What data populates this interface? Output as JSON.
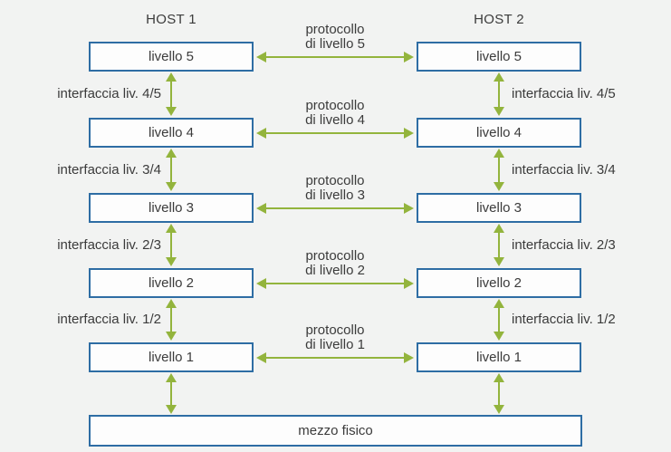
{
  "colors": {
    "background": "#f2f3f2",
    "box_border": "#2e6da4",
    "box_fill": "#fdfdfd",
    "arrow": "#93b43d",
    "text": "#3b3b3b"
  },
  "hosts": {
    "host1_title": "HOST 1",
    "host2_title": "HOST 2"
  },
  "layers": [
    {
      "level": 5,
      "host1_label": "livello 5",
      "host2_label": "livello 5",
      "protocol_line1": "protocollo",
      "protocol_line2": "di livello 5"
    },
    {
      "level": 4,
      "host1_label": "livello 4",
      "host2_label": "livello 4",
      "protocol_line1": "protocollo",
      "protocol_line2": "di livello 4"
    },
    {
      "level": 3,
      "host1_label": "livello 3",
      "host2_label": "livello 3",
      "protocol_line1": "protocollo",
      "protocol_line2": "di livello 3"
    },
    {
      "level": 2,
      "host1_label": "livello 2",
      "host2_label": "livello 2",
      "protocol_line1": "protocollo",
      "protocol_line2": "di livello 2"
    },
    {
      "level": 1,
      "host1_label": "livello 1",
      "host2_label": "livello 1",
      "protocol_line1": "protocollo",
      "protocol_line2": "di livello 1"
    }
  ],
  "interfaces": [
    {
      "host1_label": "interfaccia liv. 4/5",
      "host2_label": "interfaccia liv. 4/5"
    },
    {
      "host1_label": "interfaccia liv. 3/4",
      "host2_label": "interfaccia liv. 3/4"
    },
    {
      "host1_label": "interfaccia liv. 2/3",
      "host2_label": "interfaccia liv. 2/3"
    },
    {
      "host1_label": "interfaccia liv. 1/2",
      "host2_label": "interfaccia liv. 1/2"
    }
  ],
  "physical_medium": {
    "label": "mezzo fisico"
  }
}
